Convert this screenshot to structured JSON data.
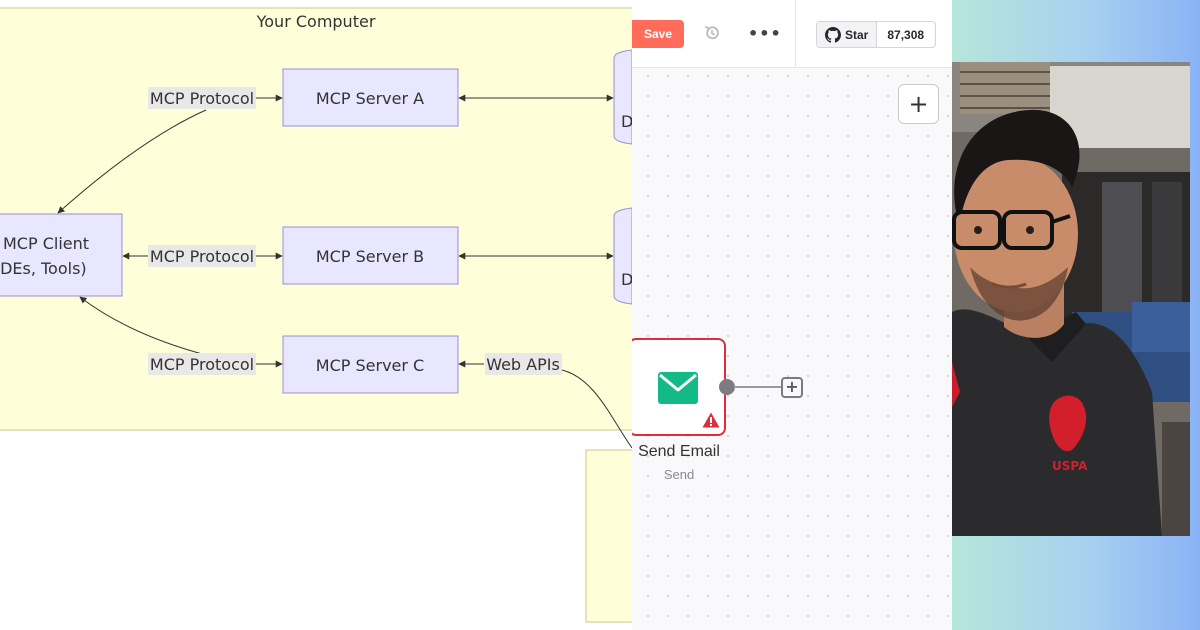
{
  "diagram": {
    "group_label": "Your Computer",
    "client_label_line1": "MCP Client",
    "client_label_line2": "IDEs, Tools)",
    "server_a": "MCP Server A",
    "server_b": "MCP Server B",
    "server_c": "MCP Server C",
    "protocol_label_a": "MCP Protocol",
    "protocol_label_b": "MCP Protocol",
    "protocol_label_c": "MCP Protocol",
    "web_api_label": "Web APIs",
    "datasource_a_fragment": "D",
    "datasource_b_fragment": "D",
    "colors": {
      "group_fill": "#fefed9",
      "group_stroke": "#c9c98a",
      "node_fill": "#e9e6ff",
      "node_stroke": "#9b8ed6",
      "edge": "#333333"
    }
  },
  "editor": {
    "save_label": "Save",
    "github_star_label": "Star",
    "github_star_count": "87,308",
    "node": {
      "title": "Send Email",
      "subtitle": "Send",
      "icon": "envelope-icon",
      "status_icon": "warning-icon",
      "icon_color": "#13b987",
      "error_color": "#e02d3c"
    },
    "accent_color": "#ff6d5a"
  }
}
